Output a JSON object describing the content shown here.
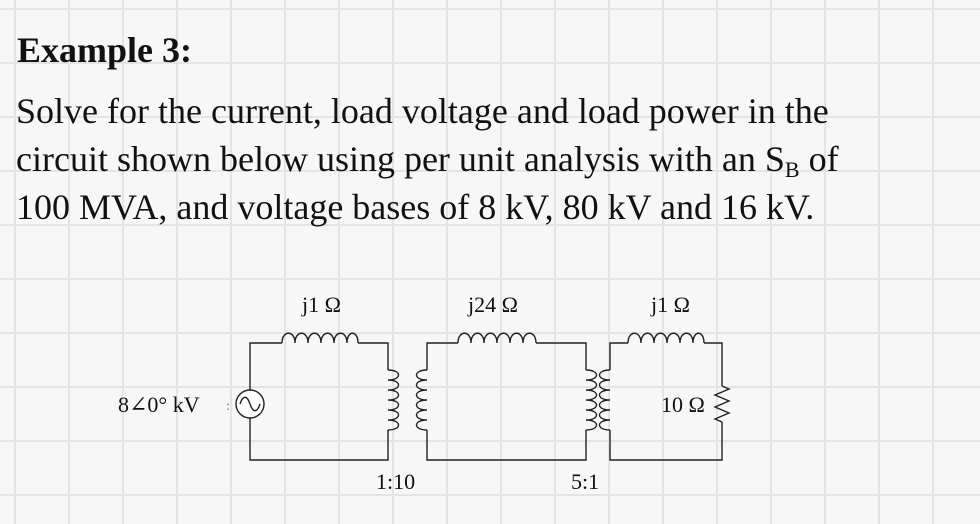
{
  "title": "Example 3:",
  "problem": {
    "line1": "Solve for the current, load voltage and load power in the",
    "line2_before_sub": "circuit shown below using per unit analysis with an S",
    "line2_sub": "B",
    "line2_after_sub": " of",
    "line3": "100 MVA, and voltage bases of 8 kV, 80 kV  and 16 kV."
  },
  "circuit": {
    "source_label": "8∠0° kV",
    "source_icon": "ac-voltage-source-icon",
    "reactance_1": "j1 Ω",
    "reactance_2": "j24 Ω",
    "reactance_3": "j1 Ω",
    "load_resistance": "10 Ω",
    "transformer_1_ratio": "1:10",
    "transformer_2_ratio": "5:1"
  }
}
